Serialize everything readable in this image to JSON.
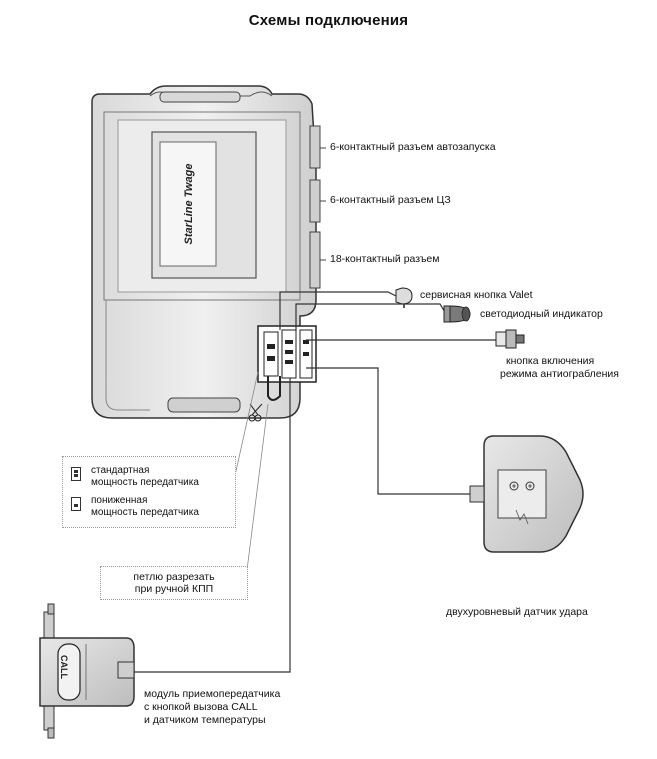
{
  "title": "Схемы подключения",
  "device": {
    "brand": "StarLine Twage"
  },
  "labels": {
    "connector_6_autostart": "6-контактный разъем автозапуска",
    "connector_6_cz": "6-контактный разъем ЦЗ",
    "connector_18": "18-контактный разъем",
    "valet_button": "сервисная кнопка Valet",
    "led_indicator": "светодиодный индикатор",
    "antihijack_line1": "кнопка включения",
    "antihijack_line2": "режима антиограбления",
    "shock_sensor": "двухуровневый датчик удара",
    "module_line1": "модуль приемопередатчика",
    "module_line2": "с кнопкой вызова CALL",
    "module_line3": "и датчиком температуры",
    "call_text": "CALL"
  },
  "legend": {
    "standard_line1": "стандартная",
    "standard_line2": "мощность передатчика",
    "reduced_line1": "пониженная",
    "reduced_line2": "мощность передатчика"
  },
  "cut_note": {
    "line1": "петлю разрезать",
    "line2": "при ручной КПП"
  }
}
